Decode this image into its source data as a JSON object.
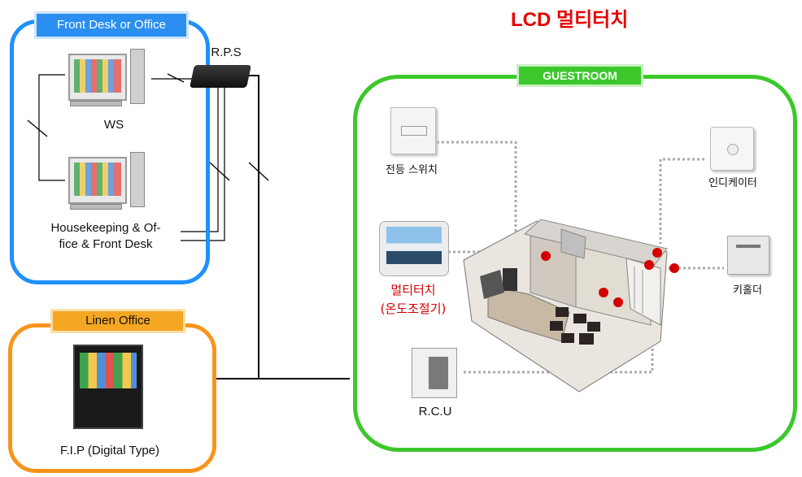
{
  "title": "LCD 멀티터치",
  "colors": {
    "front_desk_border": "#1e90ff",
    "linen_border": "#f7941d",
    "guestroom_border": "#3cc82b",
    "title_red": "#e60000",
    "accent_red": "#d40000"
  },
  "front_desk": {
    "header": "Front Desk  or Office",
    "ws_label": "WS",
    "housekeeping_line1": "Housekeeping  & Of-",
    "housekeeping_line2": "fice & Front Desk"
  },
  "rps": {
    "label": "R.P.S"
  },
  "linen": {
    "header": "Linen Office",
    "fip_label": "F.I.P (Digital Type)"
  },
  "guestroom": {
    "header": "GUESTROOM",
    "switch_label": "전등 스위치",
    "multitouch_line1": "멀티터치",
    "multitouch_line2": "(온도조절기)",
    "rcu_label": "R.C.U",
    "indicator_label": "인디케이터",
    "keyholder_label": "키홀더"
  }
}
